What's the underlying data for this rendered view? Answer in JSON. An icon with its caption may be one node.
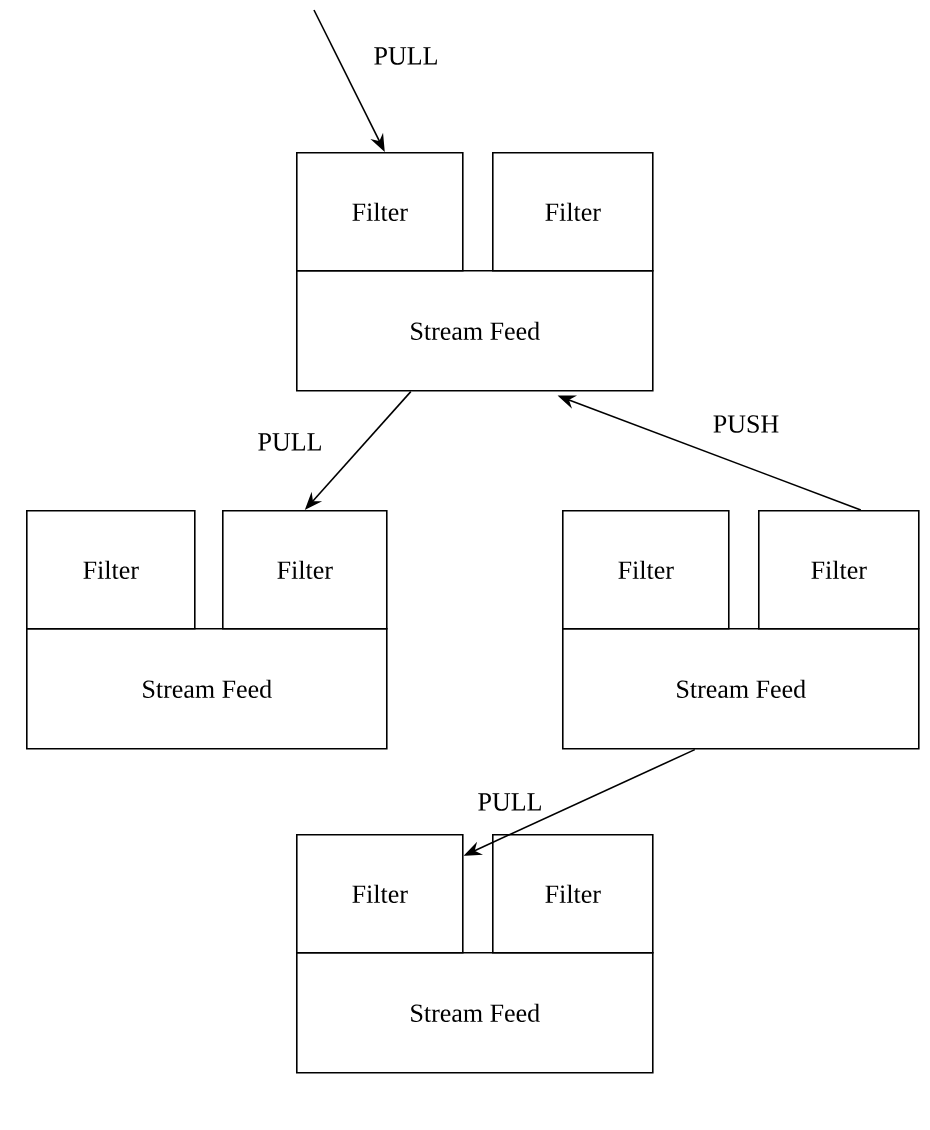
{
  "diagram": {
    "nodes": [
      {
        "text": [
          "Filter"
        ]
      },
      {
        "text": [
          "Filter"
        ]
      },
      {
        "text": [
          "Stream Feed"
        ]
      },
      {
        "text": [
          "Filter"
        ]
      },
      {
        "text": [
          "Filter"
        ]
      },
      {
        "text": [
          "Stream Feed"
        ]
      },
      {
        "text": [
          "Filter"
        ]
      },
      {
        "text": [
          "Filter"
        ]
      },
      {
        "text": [
          "Stream Feed"
        ]
      },
      {
        "text": [
          "Filter"
        ]
      },
      {
        "text": [
          "Filter"
        ]
      },
      {
        "text": [
          "Stream Feed"
        ]
      }
    ],
    "edges": [
      {
        "from": null,
        "to": 0,
        "arrow": "to",
        "label": "PULL"
      },
      {
        "from": 2,
        "to": 4,
        "arrow": "to",
        "label": "PULL"
      },
      {
        "from": 7,
        "to": 2,
        "arrow": "to",
        "label": "PUSH"
      },
      {
        "from": 8,
        "to": 9,
        "arrow": "to",
        "label": "PULL"
      }
    ]
  }
}
